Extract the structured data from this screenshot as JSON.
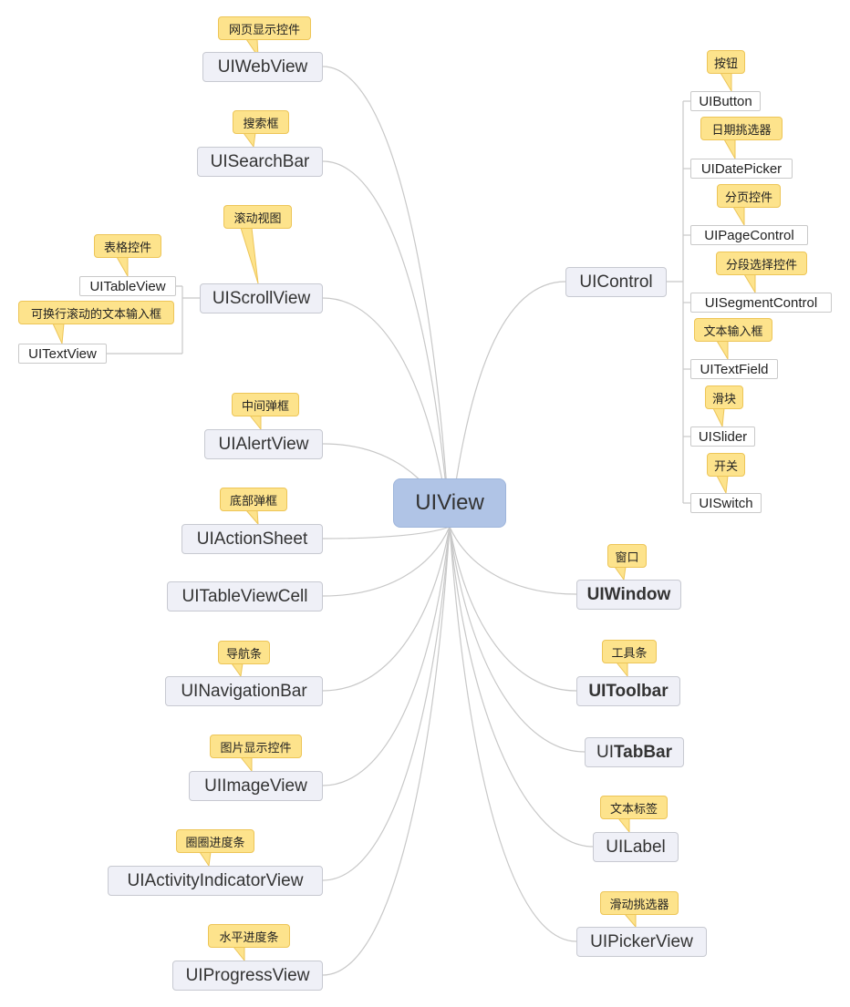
{
  "root": "UIView",
  "left_nodes": [
    {
      "label": "UIWebView",
      "note": "网页显示控件"
    },
    {
      "label": "UISearchBar",
      "note": "搜索框"
    },
    {
      "label": "UIScrollView",
      "note": "滚动视图"
    },
    {
      "label": "UIAlertView",
      "note": "中间弹框"
    },
    {
      "label": "UIActionSheet",
      "note": "底部弹框"
    },
    {
      "label": "UITableViewCell",
      "note": ""
    },
    {
      "label": "UINavigationBar",
      "note": "导航条"
    },
    {
      "label": "UIImageView",
      "note": "图片显示控件"
    },
    {
      "label": "UIActivityIndicatorView",
      "note": "圈圈进度条"
    },
    {
      "label": "UIProgressView",
      "note": "水平进度条"
    }
  ],
  "scroll_children": [
    {
      "label": "UITableView",
      "note": "表格控件"
    },
    {
      "label": "UITextView",
      "note": "可换行滚动的文本输入框"
    }
  ],
  "right_nodes": [
    {
      "label": "UIControl",
      "note": ""
    },
    {
      "label": "UIWindow",
      "note": "窗口"
    },
    {
      "label": "UIToolbar",
      "note": "工具条"
    },
    {
      "label_prefix": "UI",
      "label_suffix": "TabBar",
      "note": ""
    },
    {
      "label": "UILabel",
      "note": "文本标签"
    },
    {
      "label": "UIPickerView",
      "note": "滑动挑选器"
    }
  ],
  "control_children": [
    {
      "label": "UIButton",
      "note": "按钮"
    },
    {
      "label": "UIDatePicker",
      "note": "日期挑选器"
    },
    {
      "label": "UIPageControl",
      "note": "分页控件"
    },
    {
      "label": "UISegmentControl",
      "note": "分段选择控件"
    },
    {
      "label": "UITextField",
      "note": "文本输入框"
    },
    {
      "label": "UISlider",
      "note": "滑块"
    },
    {
      "label": "UISwitch",
      "note": "开关"
    }
  ],
  "colors": {
    "root_fill": "#b0c4e6",
    "node_fill": "#eff0f7",
    "callout_fill": "#fde38c",
    "line": "#c8c8c8"
  }
}
